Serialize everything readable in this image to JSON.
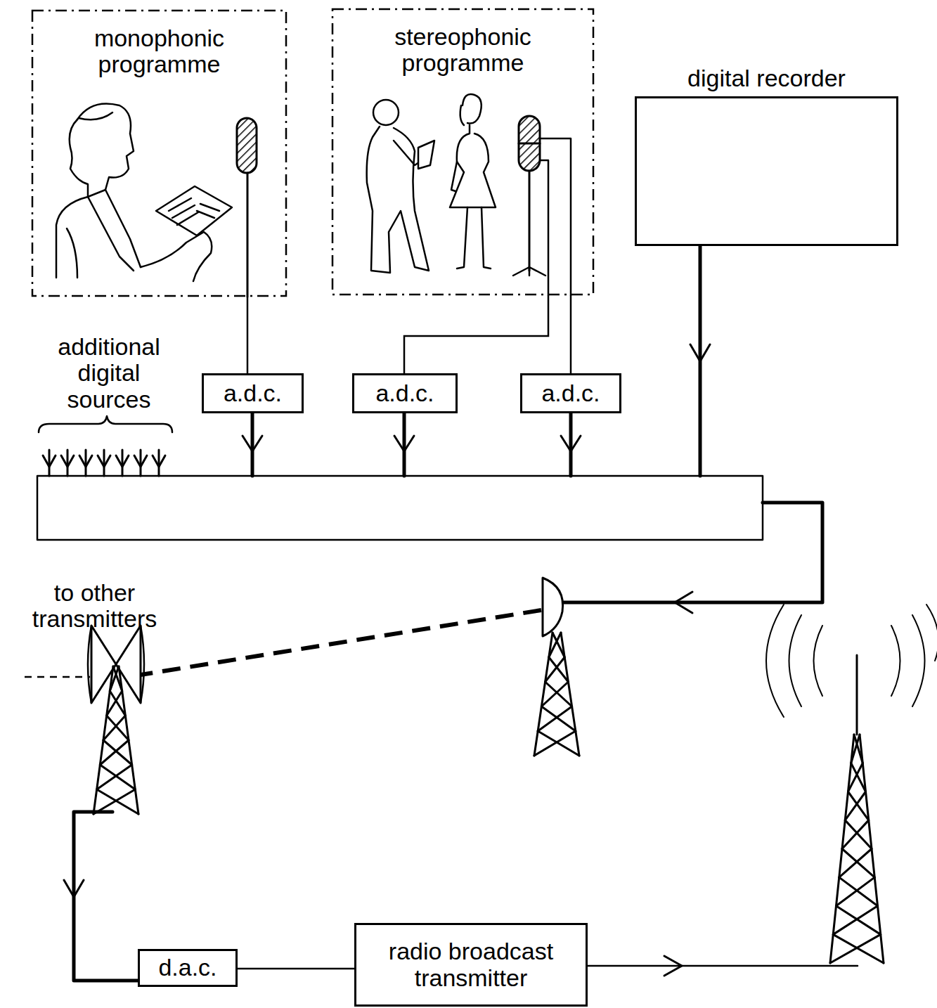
{
  "diagram": {
    "nodes": [
      {
        "text": [
          "monophonic programme"
        ]
      },
      {
        "text": [
          "stereophonic programme"
        ]
      },
      {
        "text": [
          "digital recorder"
        ]
      },
      {
        "text": [
          "a.d.c."
        ]
      },
      {
        "text": [
          "a.d.c."
        ]
      },
      {
        "text": [
          "a.d.c."
        ]
      },
      {
        "text": [
          "d.a.c."
        ]
      },
      {
        "text": [
          "radio broadcast transmitter"
        ]
      }
    ],
    "edges": [
      {
        "from": 0,
        "to": 3,
        "arrow": "none"
      },
      {
        "from": 1,
        "to": 4,
        "arrow": "none"
      },
      {
        "from": 1,
        "to": 5,
        "arrow": "none"
      },
      {
        "from": 6,
        "to": 7,
        "arrow": "none"
      }
    ],
    "labels": [
      "additional digital sources",
      "to other transmitters"
    ]
  }
}
